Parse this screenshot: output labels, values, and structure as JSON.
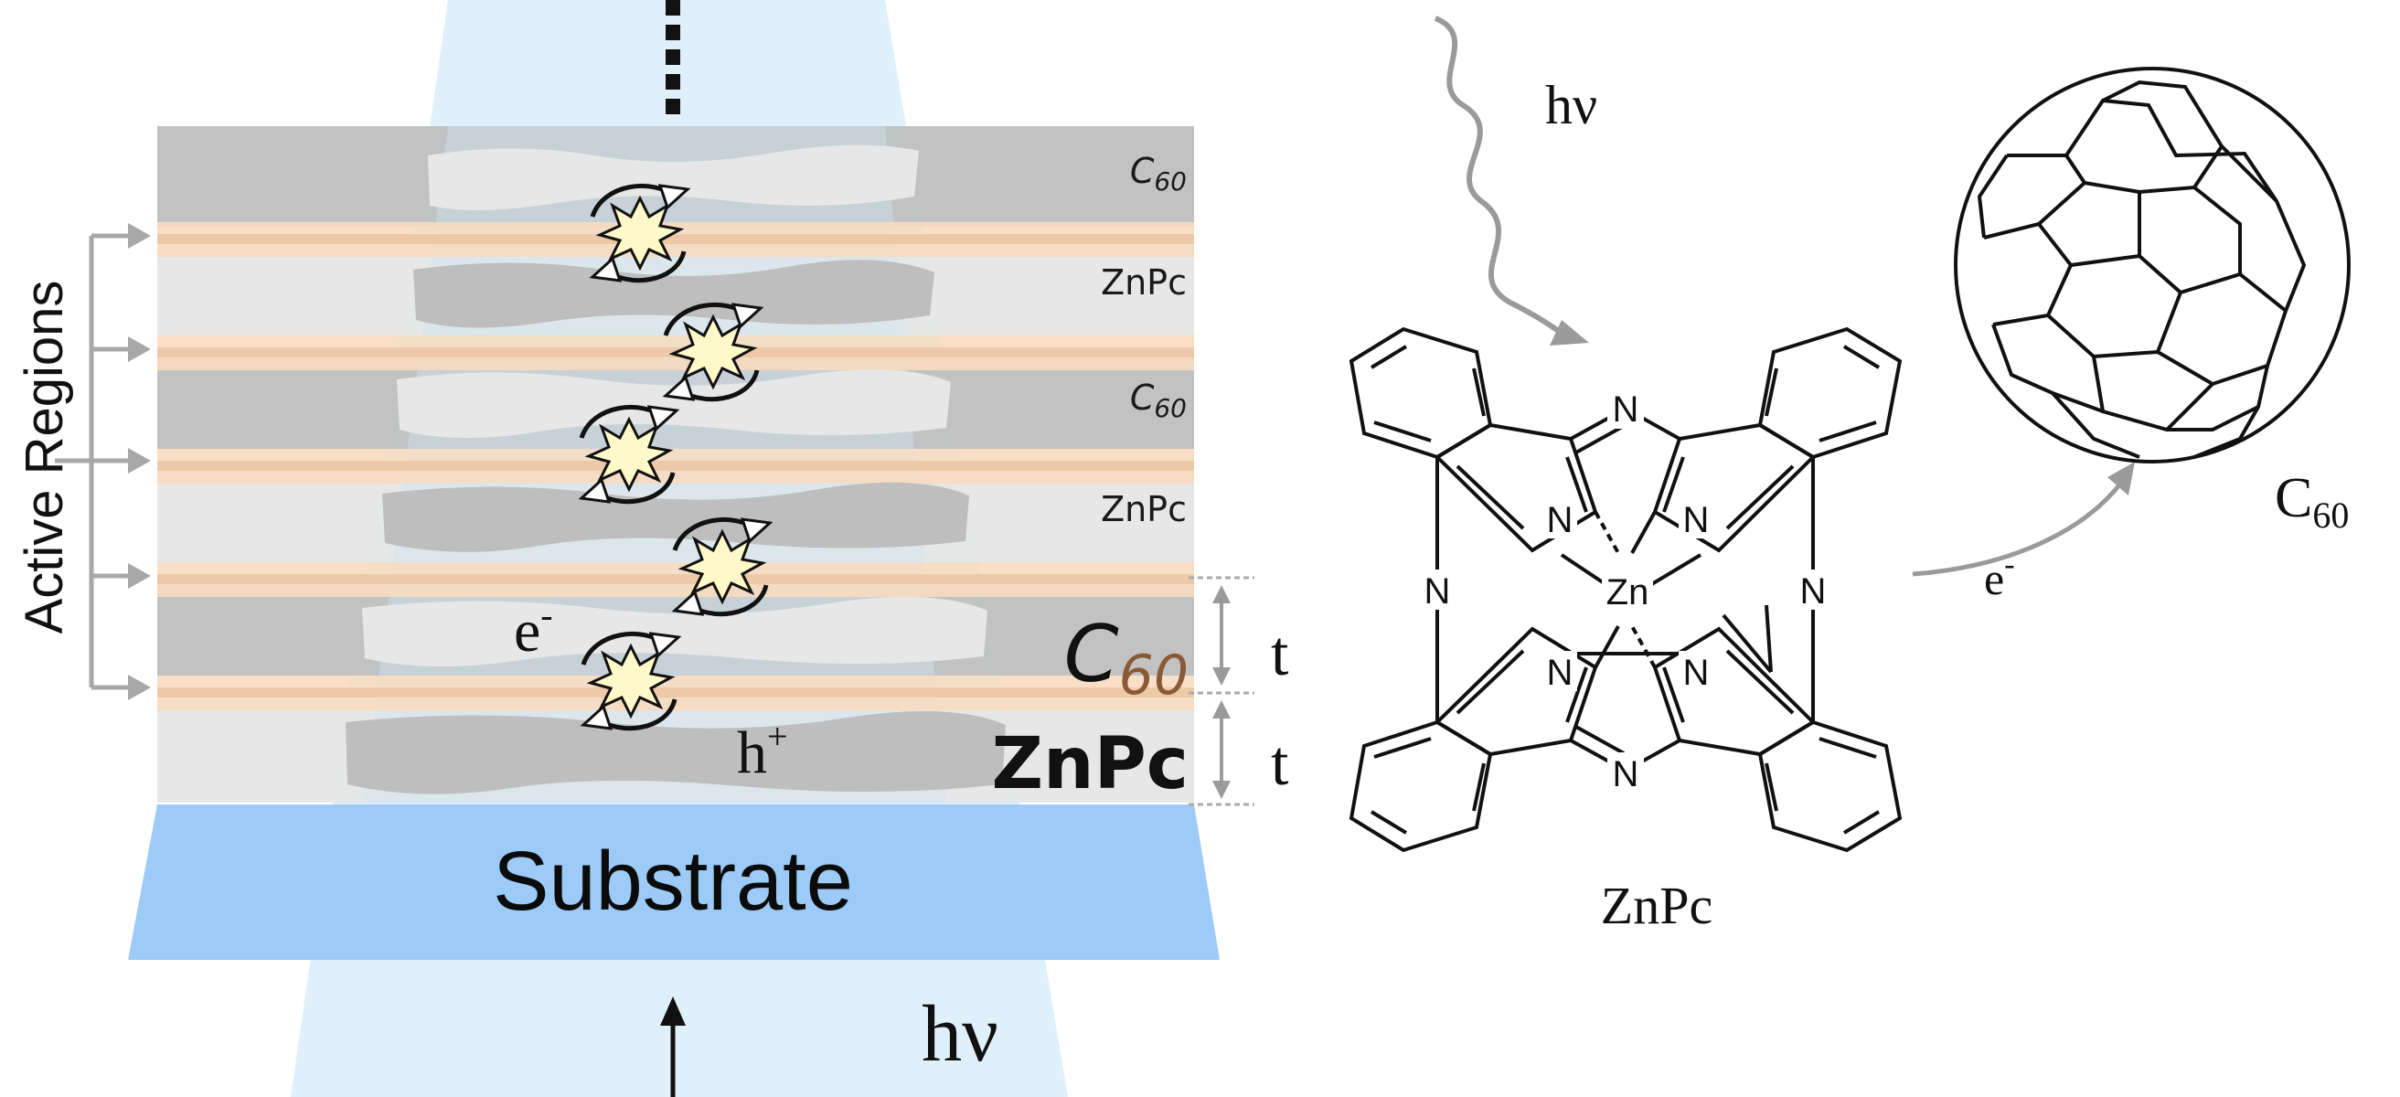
{
  "left_panel": {
    "active_regions_label": "Active Regions",
    "layer_labels": [
      "C60",
      "ZnPc",
      "C60",
      "ZnPc",
      "C60",
      "ZnPc"
    ],
    "big_labels": {
      "c60_main": "C",
      "c60_sub": "60",
      "znpc": "ZnPc"
    },
    "thickness_label_top": "t",
    "thickness_label_bottom": "t",
    "electron_label": "e",
    "electron_sup": "-",
    "hole_label": "h",
    "hole_sup": "+",
    "substrate_label": "Substrate",
    "light_label": "hν"
  },
  "right_panel": {
    "light_label": "hν",
    "znpc_label": "ZnPc",
    "c60_main": "C",
    "c60_sub": "60",
    "electron_label": "e",
    "electron_sup": "-",
    "atoms": {
      "n": "N",
      "zn": "Zn"
    }
  },
  "colors": {
    "c60_layer": "#c0c0c0",
    "znpc_layer": "#e6e6e6",
    "interface": "#f7dcc0",
    "substrate": "#9ccbf8",
    "light_beam": "#dff0fb",
    "exciton": "#fff8c8"
  }
}
